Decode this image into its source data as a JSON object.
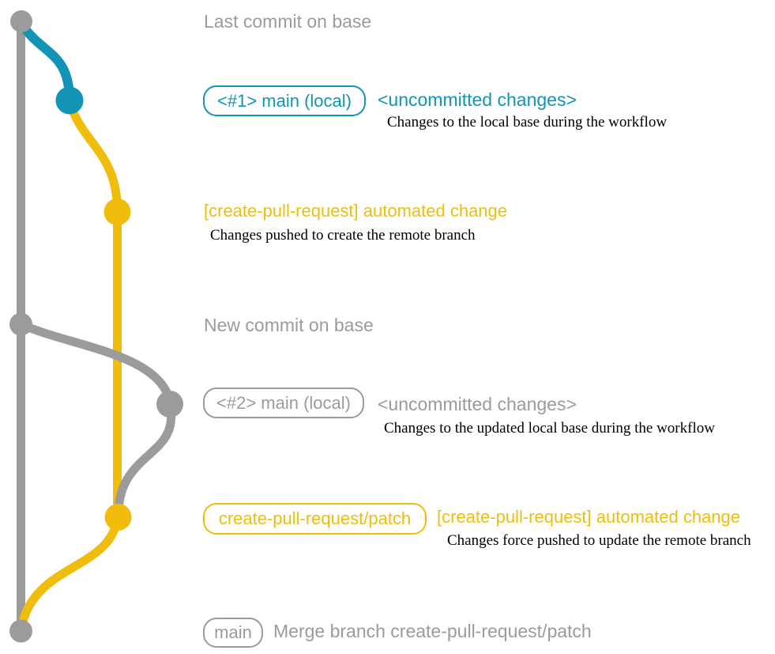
{
  "colors": {
    "teal": "#1294B6",
    "yellow": "#F0BD0C",
    "gray": "#9B9B9B",
    "desc_text": "#000000",
    "background": "#FFFFFF"
  },
  "graph": {
    "branches": [
      {
        "name": "base",
        "color": "gray"
      },
      {
        "name": "main (local)",
        "color": "teal then gray"
      },
      {
        "name": "create-pull-request/patch",
        "color": "yellow"
      }
    ],
    "commits": [
      {
        "name": "last-commit-on-base",
        "branch": "base"
      },
      {
        "name": "uncommitted-changes-1",
        "branch": "main (local)"
      },
      {
        "name": "automated-change-1",
        "branch": "create-pull-request/patch"
      },
      {
        "name": "new-commit-on-base",
        "branch": "base"
      },
      {
        "name": "uncommitted-changes-2",
        "branch": "main (local)"
      },
      {
        "name": "automated-change-2",
        "branch": "create-pull-request/patch"
      },
      {
        "name": "merge-commit",
        "branch": "base"
      }
    ]
  },
  "annotations": {
    "caption_last_commit": "Last commit on base",
    "badge_main_1": "<#1> main (local)",
    "uncommitted_1": "<uncommitted changes>",
    "desc_1": "Changes to the local base during the workflow",
    "heading_automated_1": "[create-pull-request] automated change",
    "desc_2": "Changes pushed to create the remote branch",
    "caption_new_commit": "New commit on base",
    "badge_main_2": "<#2> main (local)",
    "uncommitted_2": "<uncommitted changes>",
    "desc_3": "Changes to the updated local base during the workflow",
    "badge_patch": "create-pull-request/patch",
    "heading_automated_2": "[create-pull-request] automated change",
    "desc_4": "Changes force pushed to update the remote branch",
    "badge_main_3": "main",
    "merge_message": "Merge branch create-pull-request/patch"
  }
}
